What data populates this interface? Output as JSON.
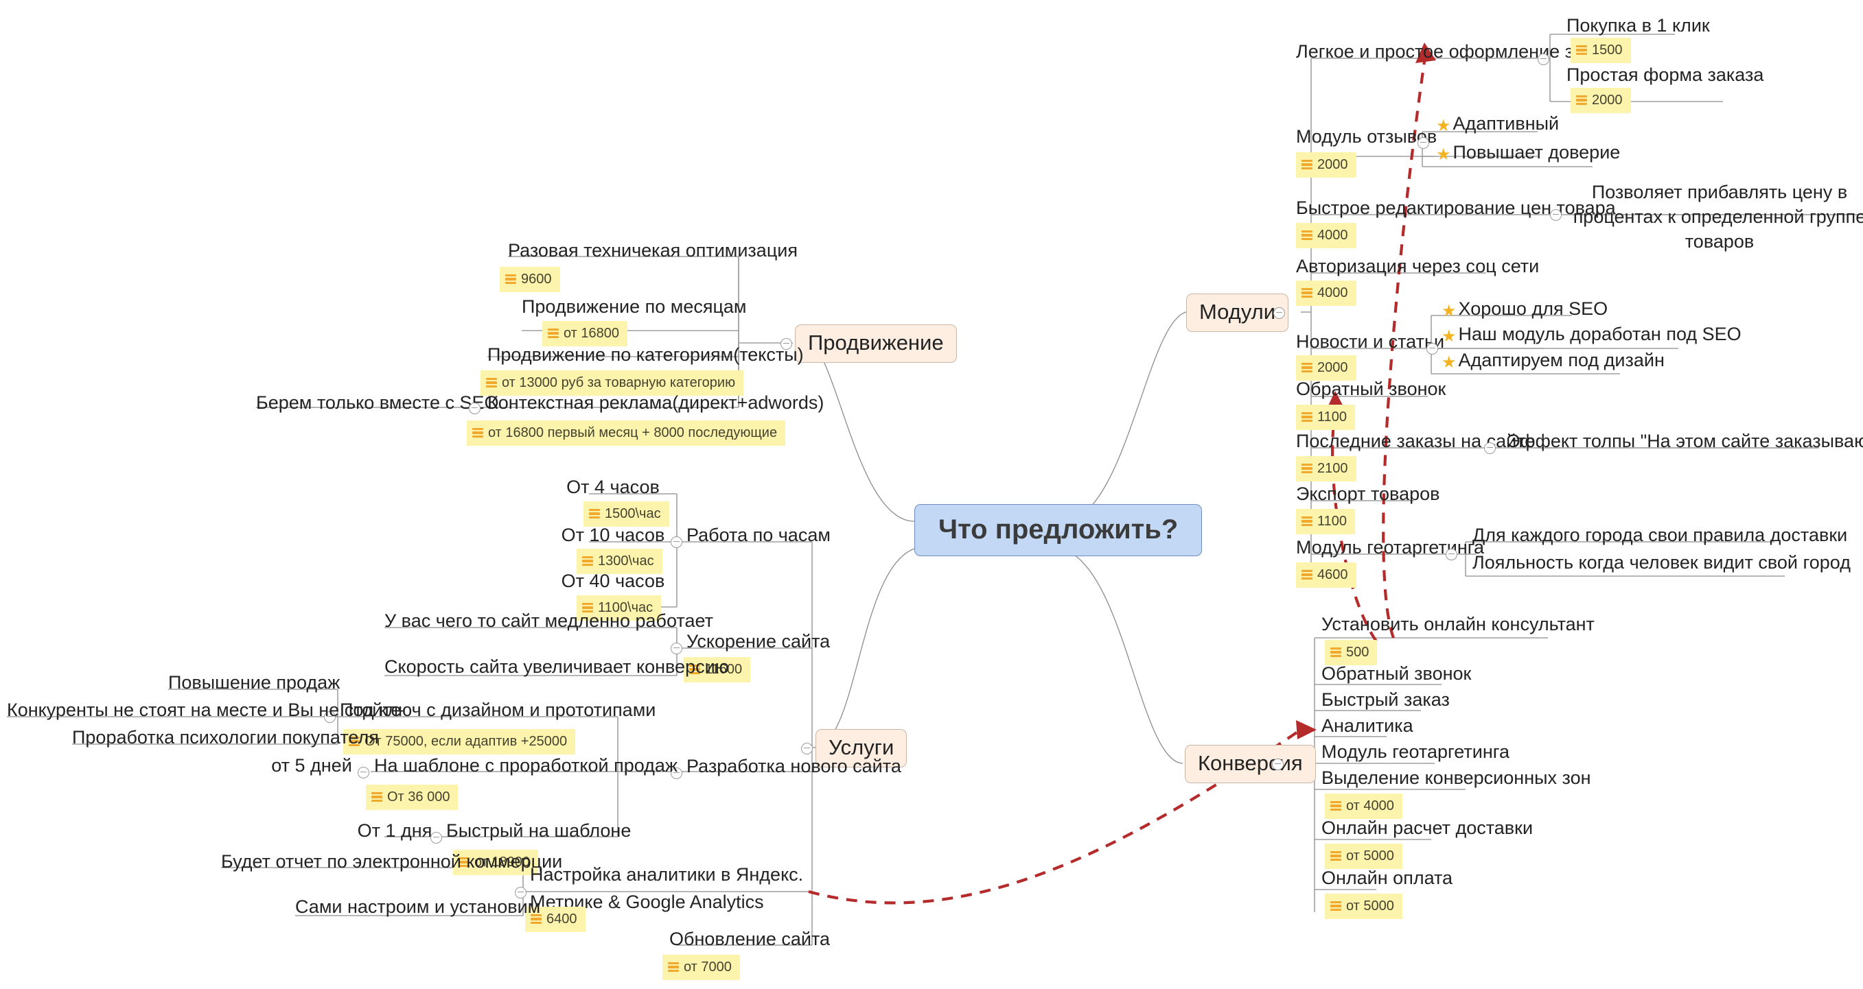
{
  "root": {
    "label": "Что предложить?",
    "color": "#c3d8f5"
  },
  "icons": {
    "note": "note-lines-icon",
    "star": "star-icon",
    "collapse": "collapse-toggle-icon"
  },
  "colors": {
    "root_fill": "#c3d8f5",
    "root_border": "#6f8dbb",
    "branch_fill": "#fdeee1",
    "branch_border": "#c9b6a6",
    "badge_fill": "#fcf3ac",
    "note_icon": "#f0a92c",
    "star": "#f5b321",
    "relation_arrow": "#b52a2a",
    "link_line": "#8c8c8c"
  },
  "branches": {
    "promotion": {
      "label": "Продвижение"
    },
    "services": {
      "label": "Услуги"
    },
    "modules": {
      "label": "Модули"
    },
    "conversion": {
      "label": "Конверсия"
    }
  },
  "promotion_items": [
    {
      "label": "Разовая техничекая оптимизация",
      "price": "9600"
    },
    {
      "label": "Продвижение по месяцам",
      "price": "от 16800"
    },
    {
      "label": "Продвижение по категориям(тексты)",
      "price": "от 13000 руб за товарную категорию"
    },
    {
      "label": "Контекстная реклама(директ+adwords)",
      "price": "от 16800 первый месяц + 8000 последующие",
      "note": "Берем только вместе с SEO"
    }
  ],
  "services_items": [
    {
      "label": "Работа по часам",
      "children": [
        {
          "label": "От 4 часов",
          "price": "1500\\час"
        },
        {
          "label": "От 10 часов",
          "price": "1300\\час"
        },
        {
          "label": "От 40 часов",
          "price": "1100\\час"
        }
      ]
    },
    {
      "label": "Ускорение сайта",
      "price": "11600",
      "children": [
        {
          "label": "У вас чего то сайт медленно работает"
        },
        {
          "label": "Скорость сайта увеличивает конверсию"
        }
      ]
    },
    {
      "label": "Разработка нового сайта",
      "children": [
        {
          "label": "Под ключ с дизайном и прототипами",
          "price": "От 75000, если адаптив +25000",
          "children": [
            {
              "label": "Повышение продаж"
            },
            {
              "label": "Конкуренты не стоят на месте и Вы не стойте"
            },
            {
              "label": "Проработка психологии покупателя"
            }
          ]
        },
        {
          "label": "На шаблоне с проработкой продаж",
          "price": "От 36 000",
          "note": "от 5 дней"
        },
        {
          "label": "Быстрый на шаблоне",
          "price": "от 18900",
          "note": "От 1 дня"
        }
      ]
    },
    {
      "label": "Настройка аналитики в Яндекс. Метрике & Google Analytics",
      "price": "6400",
      "children": [
        {
          "label": "Будет отчет по электронной коммерции"
        },
        {
          "label": "Сами настроим и установим"
        }
      ]
    },
    {
      "label": "Обновление сайта",
      "price": "от 7000"
    }
  ],
  "modules_items": [
    {
      "label": "Легкое и простое оформление заказа",
      "children": [
        {
          "label": "Покупка в 1 клик",
          "price": "1500"
        },
        {
          "label": "Простая форма заказа",
          "price": "2000"
        }
      ]
    },
    {
      "label": "Модуль отзывов",
      "price": "2000",
      "children": [
        {
          "label": "Адаптивный",
          "star": true
        },
        {
          "label": "Повышает доверие",
          "star": true
        }
      ]
    },
    {
      "label": "Быстрое редактирование цен товара",
      "price": "4000",
      "children": [
        {
          "label": "Позволяет прибавлять цену в процентах к определенной группе товаров"
        }
      ]
    },
    {
      "label": "Авторизация через соц сети",
      "price": "4000"
    },
    {
      "label": "Новости и статьи",
      "price": "2000",
      "children": [
        {
          "label": "Хорошо для SEO",
          "star": true
        },
        {
          "label": "Наш модуль доработан под SEO",
          "star": true
        },
        {
          "label": "Адаптируем под дизайн",
          "star": true
        }
      ]
    },
    {
      "label": "Обратный звонок",
      "price": "1100"
    },
    {
      "label": "Последние заказы на сайте",
      "price": "2100",
      "children": [
        {
          "label": "Эффект толпы \"На этом сайте заказывают\""
        }
      ]
    },
    {
      "label": "Экспорт товаров",
      "price": "1100"
    },
    {
      "label": "Модуль геотаргетинга",
      "price": "4600",
      "children": [
        {
          "label": "Для каждого города свои правила доставки"
        },
        {
          "label": "Лояльность когда человек видит свой город"
        }
      ]
    }
  ],
  "conversion_items": [
    {
      "label": "Установить онлайн консультант",
      "price": "500"
    },
    {
      "label": "Обратный звонок"
    },
    {
      "label": "Быстрый заказ"
    },
    {
      "label": "Аналитика"
    },
    {
      "label": "Модуль геотаргетинга"
    },
    {
      "label": "Выделение конверсионных зон",
      "price": "от 4000"
    },
    {
      "label": "Онлайн расчет доставки",
      "price": "от 5000"
    },
    {
      "label": "Онлайн оплата",
      "price": "от 5000"
    }
  ]
}
